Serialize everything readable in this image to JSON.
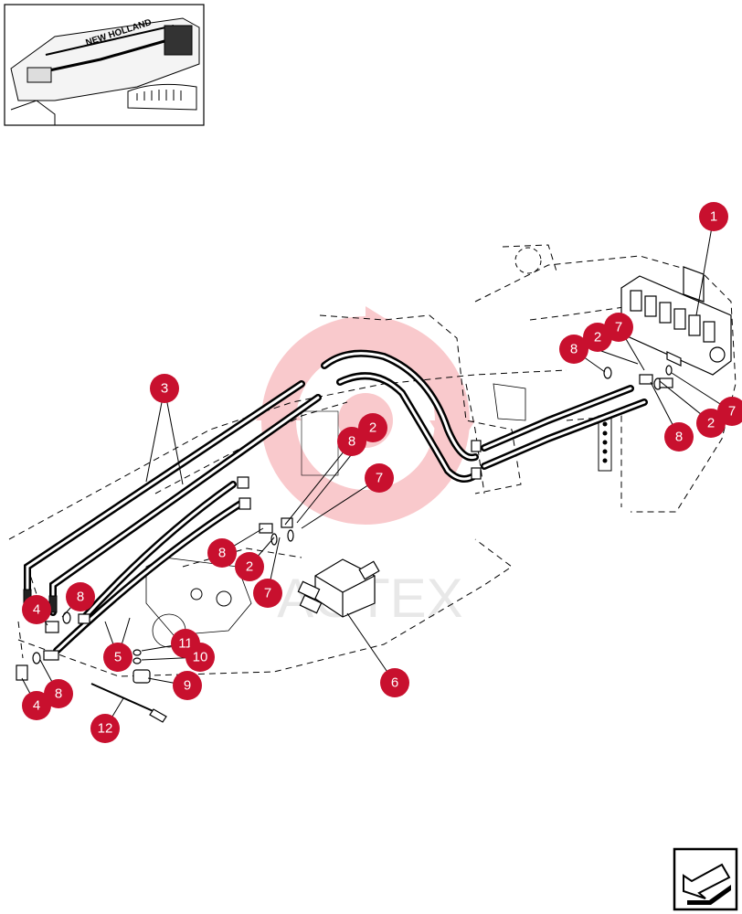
{
  "thumbnail": {
    "brand_text": "NEW HOLLAND"
  },
  "watermark": {
    "text": "AGTEX"
  },
  "callouts": [
    {
      "id": "c1",
      "label": "1"
    },
    {
      "id": "c2a",
      "label": "2"
    },
    {
      "id": "c7a",
      "label": "7"
    },
    {
      "id": "c8a",
      "label": "8"
    },
    {
      "id": "c7b",
      "label": "7"
    },
    {
      "id": "c2b",
      "label": "2"
    },
    {
      "id": "c8b",
      "label": "8"
    },
    {
      "id": "c3",
      "label": "3"
    },
    {
      "id": "c8c",
      "label": "8"
    },
    {
      "id": "c2c",
      "label": "2"
    },
    {
      "id": "c7c",
      "label": "7"
    },
    {
      "id": "c8d",
      "label": "8"
    },
    {
      "id": "c2d",
      "label": "2"
    },
    {
      "id": "c7d",
      "label": "7"
    },
    {
      "id": "c4a",
      "label": "4"
    },
    {
      "id": "c8e",
      "label": "8"
    },
    {
      "id": "c5",
      "label": "5"
    },
    {
      "id": "c11",
      "label": "11"
    },
    {
      "id": "c10",
      "label": "10"
    },
    {
      "id": "c9",
      "label": "9"
    },
    {
      "id": "c6",
      "label": "6"
    },
    {
      "id": "c4b",
      "label": "4"
    },
    {
      "id": "c8f",
      "label": "8"
    },
    {
      "id": "c12",
      "label": "12"
    }
  ],
  "colors": {
    "callout": "#c8102e",
    "watermark": "#e8101a"
  },
  "icons": {
    "nav": "next-page-arrow-icon"
  }
}
